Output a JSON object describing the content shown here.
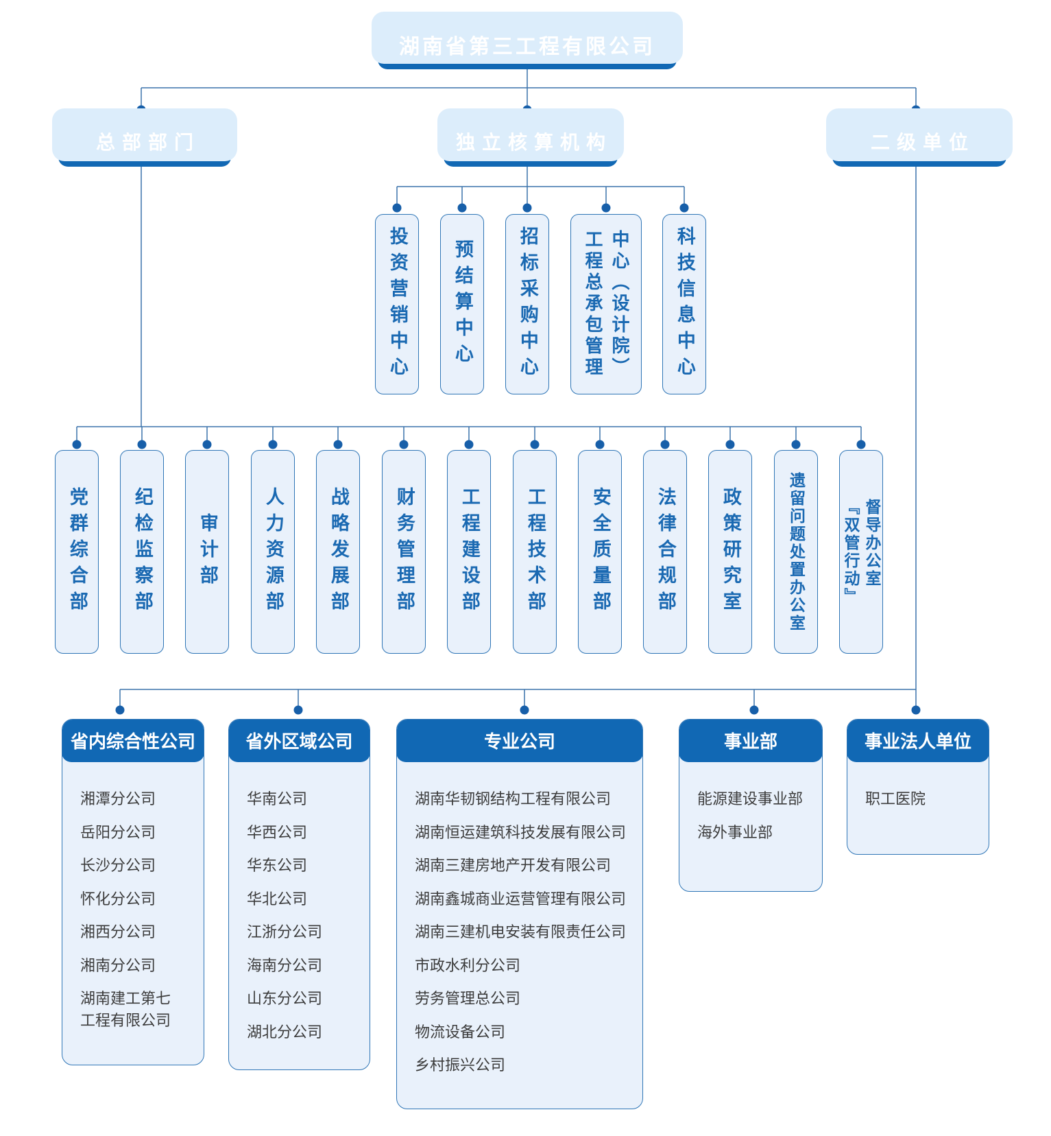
{
  "title": "湖南省第三工程有限公司",
  "branches": {
    "hq": "总部部门",
    "independent": "独立核算机构",
    "second_level": "二级单位"
  },
  "independent_centers": [
    "投资营销中心",
    "预结算中心",
    "招标采购中心",
    "工程总承包管理\n中心（设计院）",
    "科技信息中心"
  ],
  "hq_departments": [
    "党群综合部",
    "纪检监察部",
    "审计部",
    "人力资源部",
    "战略发展部",
    "财务管理部",
    "工程建设部",
    "工程技术部",
    "安全质量部",
    "法律合规部",
    "政策研究室",
    "遗留问题处置办公室",
    "『双管行动』\n督导办公室"
  ],
  "groups": [
    {
      "title": "省内综合性公司",
      "items": [
        "湘潭分公司",
        "岳阳分公司",
        "长沙分公司",
        "怀化分公司",
        "湘西分公司",
        "湘南分公司",
        "湖南建工第七\n工程有限公司"
      ]
    },
    {
      "title": "省外区域公司",
      "items": [
        "华南公司",
        "华西公司",
        "华东公司",
        "华北公司",
        "江浙分公司",
        "海南分公司",
        "山东分公司",
        "湖北分公司"
      ]
    },
    {
      "title": "专业公司",
      "items": [
        "湖南华韧钢结构工程有限公司",
        "湖南恒运建筑科技发展有限公司",
        "湖南三建房地产开发有限公司",
        "湖南鑫城商业运营管理有限公司",
        "湖南三建机电安装有限责任公司",
        "市政水利分公司",
        "劳务管理总公司",
        "物流设备公司",
        "乡村振兴公司"
      ]
    },
    {
      "title": "事业部",
      "items": [
        "能源建设事业部",
        "海外事业部"
      ]
    },
    {
      "title": "事业法人单位",
      "items": [
        "职工医院"
      ]
    }
  ],
  "colors": {
    "node_blue": "#1168b4",
    "light_fill": "#e9f1fb",
    "box_border": "#2e75b6",
    "vertical_text": "#1a69b2",
    "connector": "#3a72ab",
    "dot": "#175fa9",
    "node_shadow": "#dcedfb",
    "list_text": "#3c3c3c"
  }
}
